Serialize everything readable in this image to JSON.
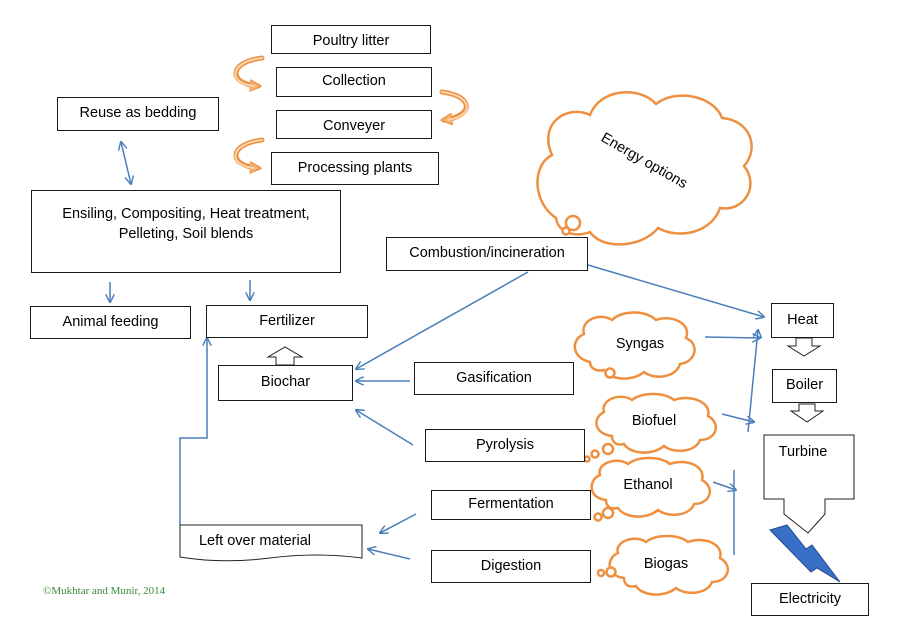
{
  "nodes": {
    "poultry_litter": "Poultry litter",
    "collection": "Collection",
    "conveyer": "Conveyer",
    "processing_plants": "Processing plants",
    "reuse_bedding": "Reuse as bedding",
    "processing_methods": "Ensiling, Compositing, Heat treatment, Pelleting, Soil blends",
    "animal_feeding": "Animal feeding",
    "fertilizer": "Fertilizer",
    "biochar": "Biochar",
    "combustion": "Combustion/incineration",
    "gasification": "Gasification",
    "pyrolysis": "Pyrolysis",
    "fermentation": "Fermentation",
    "digestion": "Digestion",
    "left_over": "Left over material",
    "heat": "Heat",
    "boiler": "Boiler",
    "turbine": "Turbine",
    "electricity": "Electricity"
  },
  "clouds": {
    "energy_options": "Energy options",
    "syngas": "Syngas",
    "biofuel": "Biofuel",
    "ethanol": "Ethanol",
    "biogas": "Biogas"
  },
  "credit": "©Mukhtar and Munir, 2014",
  "colors": {
    "arrow_blue": "#4a7ebb",
    "cloud_orange": "#f0a050",
    "bolt_blue": "#3a6fc8",
    "credit_green": "#3a8a3a"
  }
}
